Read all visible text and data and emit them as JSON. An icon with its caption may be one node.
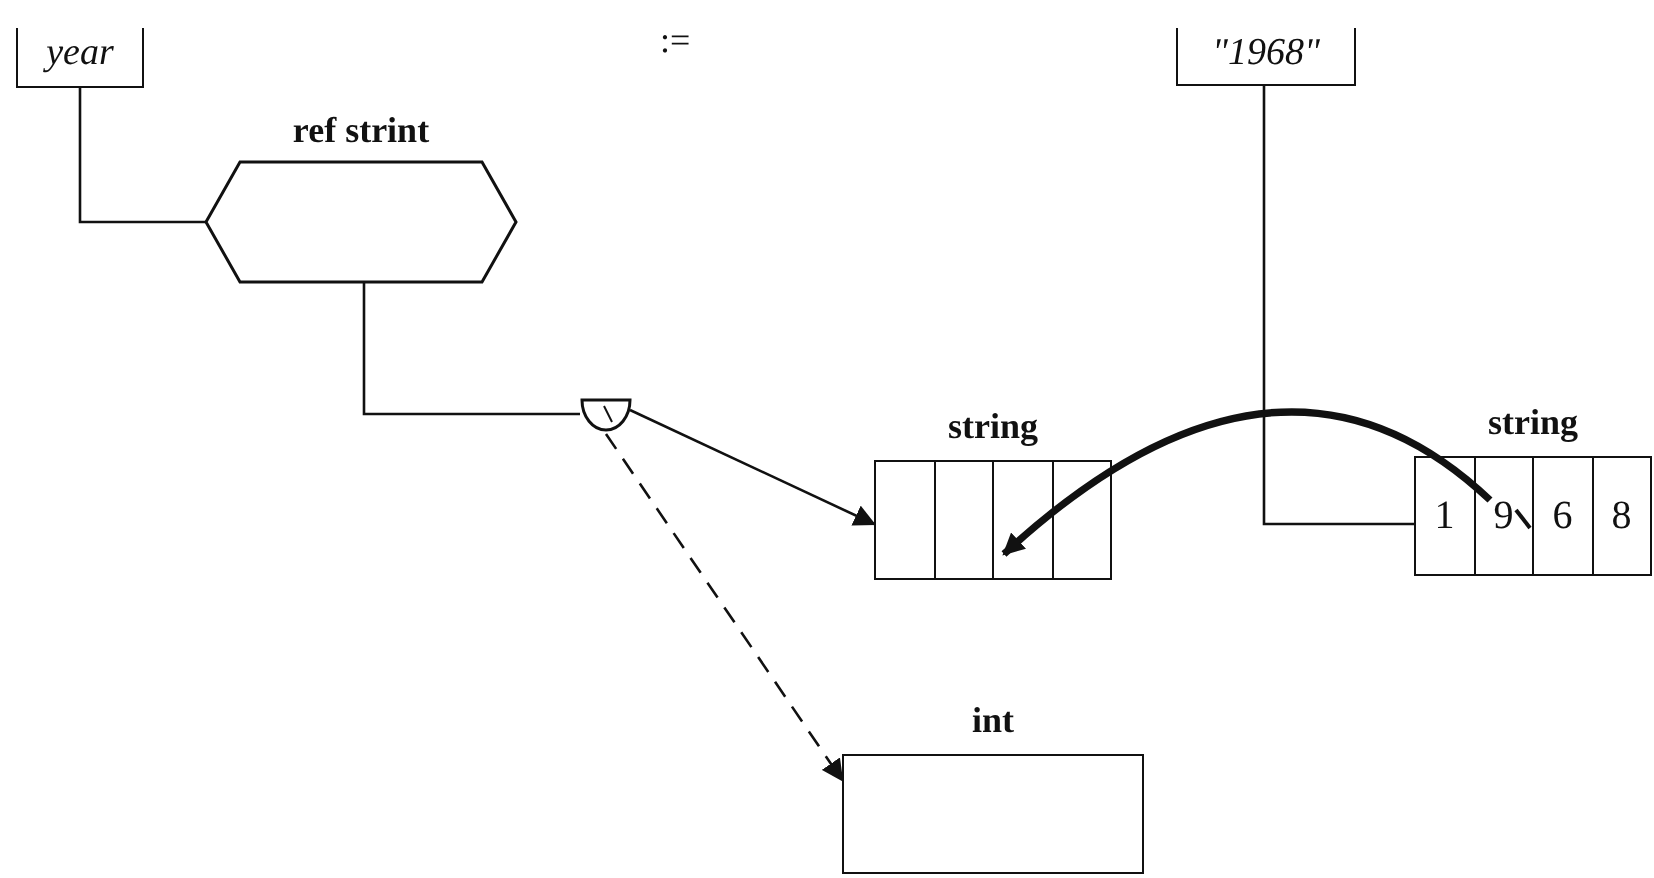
{
  "diagram": {
    "nodes": [
      {
        "text": [
          "year"
        ]
      },
      {
        "text": [
          "ref strint"
        ]
      },
      {
        "text": [],
        "shape": "semicircle"
      },
      {
        "text": [
          "string"
        ]
      },
      {
        "text": [
          "\"1968\""
        ]
      },
      {
        "text": [
          "string",
          "1",
          "9",
          "6",
          "8"
        ]
      },
      {
        "text": [
          "int"
        ]
      }
    ],
    "edges": [
      {
        "from": 0,
        "to": 1,
        "arrow": "none"
      },
      {
        "from": 1,
        "to": 2,
        "arrow": "none"
      },
      {
        "from": 2,
        "to": 3,
        "arrow": "to"
      },
      {
        "from": 2,
        "to": 6,
        "arrow": "to",
        "style": "dashed"
      },
      {
        "from": 4,
        "to": 5,
        "arrow": "none"
      },
      {
        "from": 5,
        "to": 3,
        "arrow": "to",
        "style": "thick"
      }
    ],
    "labels": [
      ":="
    ]
  }
}
